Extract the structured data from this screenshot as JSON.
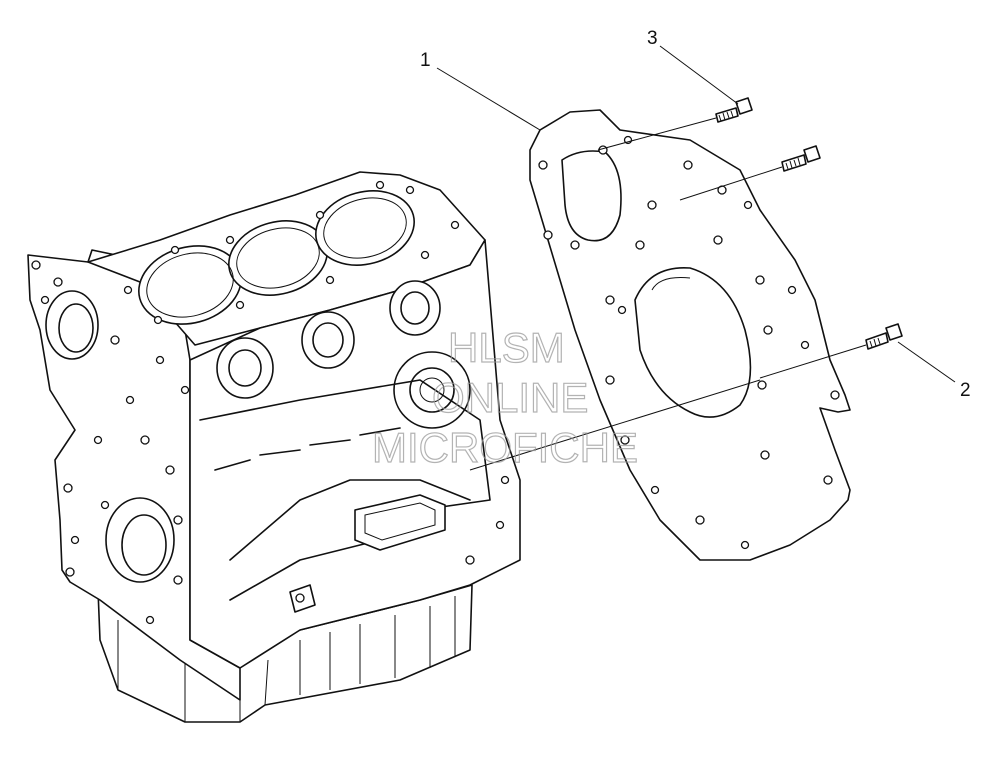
{
  "callouts": [
    {
      "id": "1",
      "label": "1"
    },
    {
      "id": "2",
      "label": "2"
    },
    {
      "id": "3",
      "label": "3"
    }
  ],
  "watermark": {
    "line1": "HLSM",
    "line2": "ONLINE",
    "line3": "MICROFICHE"
  }
}
